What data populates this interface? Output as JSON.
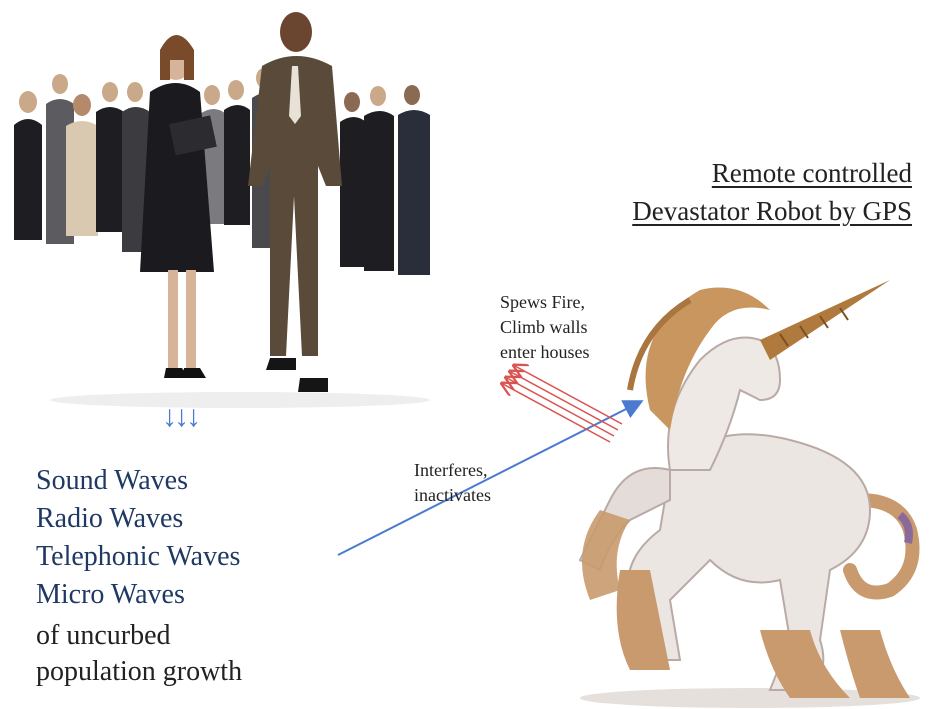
{
  "title": [
    "Remote controlled",
    "Devastator Robot by GPS"
  ],
  "robot_note": [
    "Spews Fire,",
    "Climb walls",
    "enter houses"
  ],
  "interference_note": [
    "Interferes,",
    "inactivates"
  ],
  "down_arrows": "↓↓↓",
  "waves": [
    "Sound Waves",
    "Radio Waves",
    "Telephonic Waves",
    "Micro Waves"
  ],
  "growth": [
    "of uncurbed",
    "population growth"
  ],
  "colors": {
    "waves_text": "#1f3864",
    "blue_arrow": "#4a7bd0",
    "red_arrows": "#d9534f"
  }
}
